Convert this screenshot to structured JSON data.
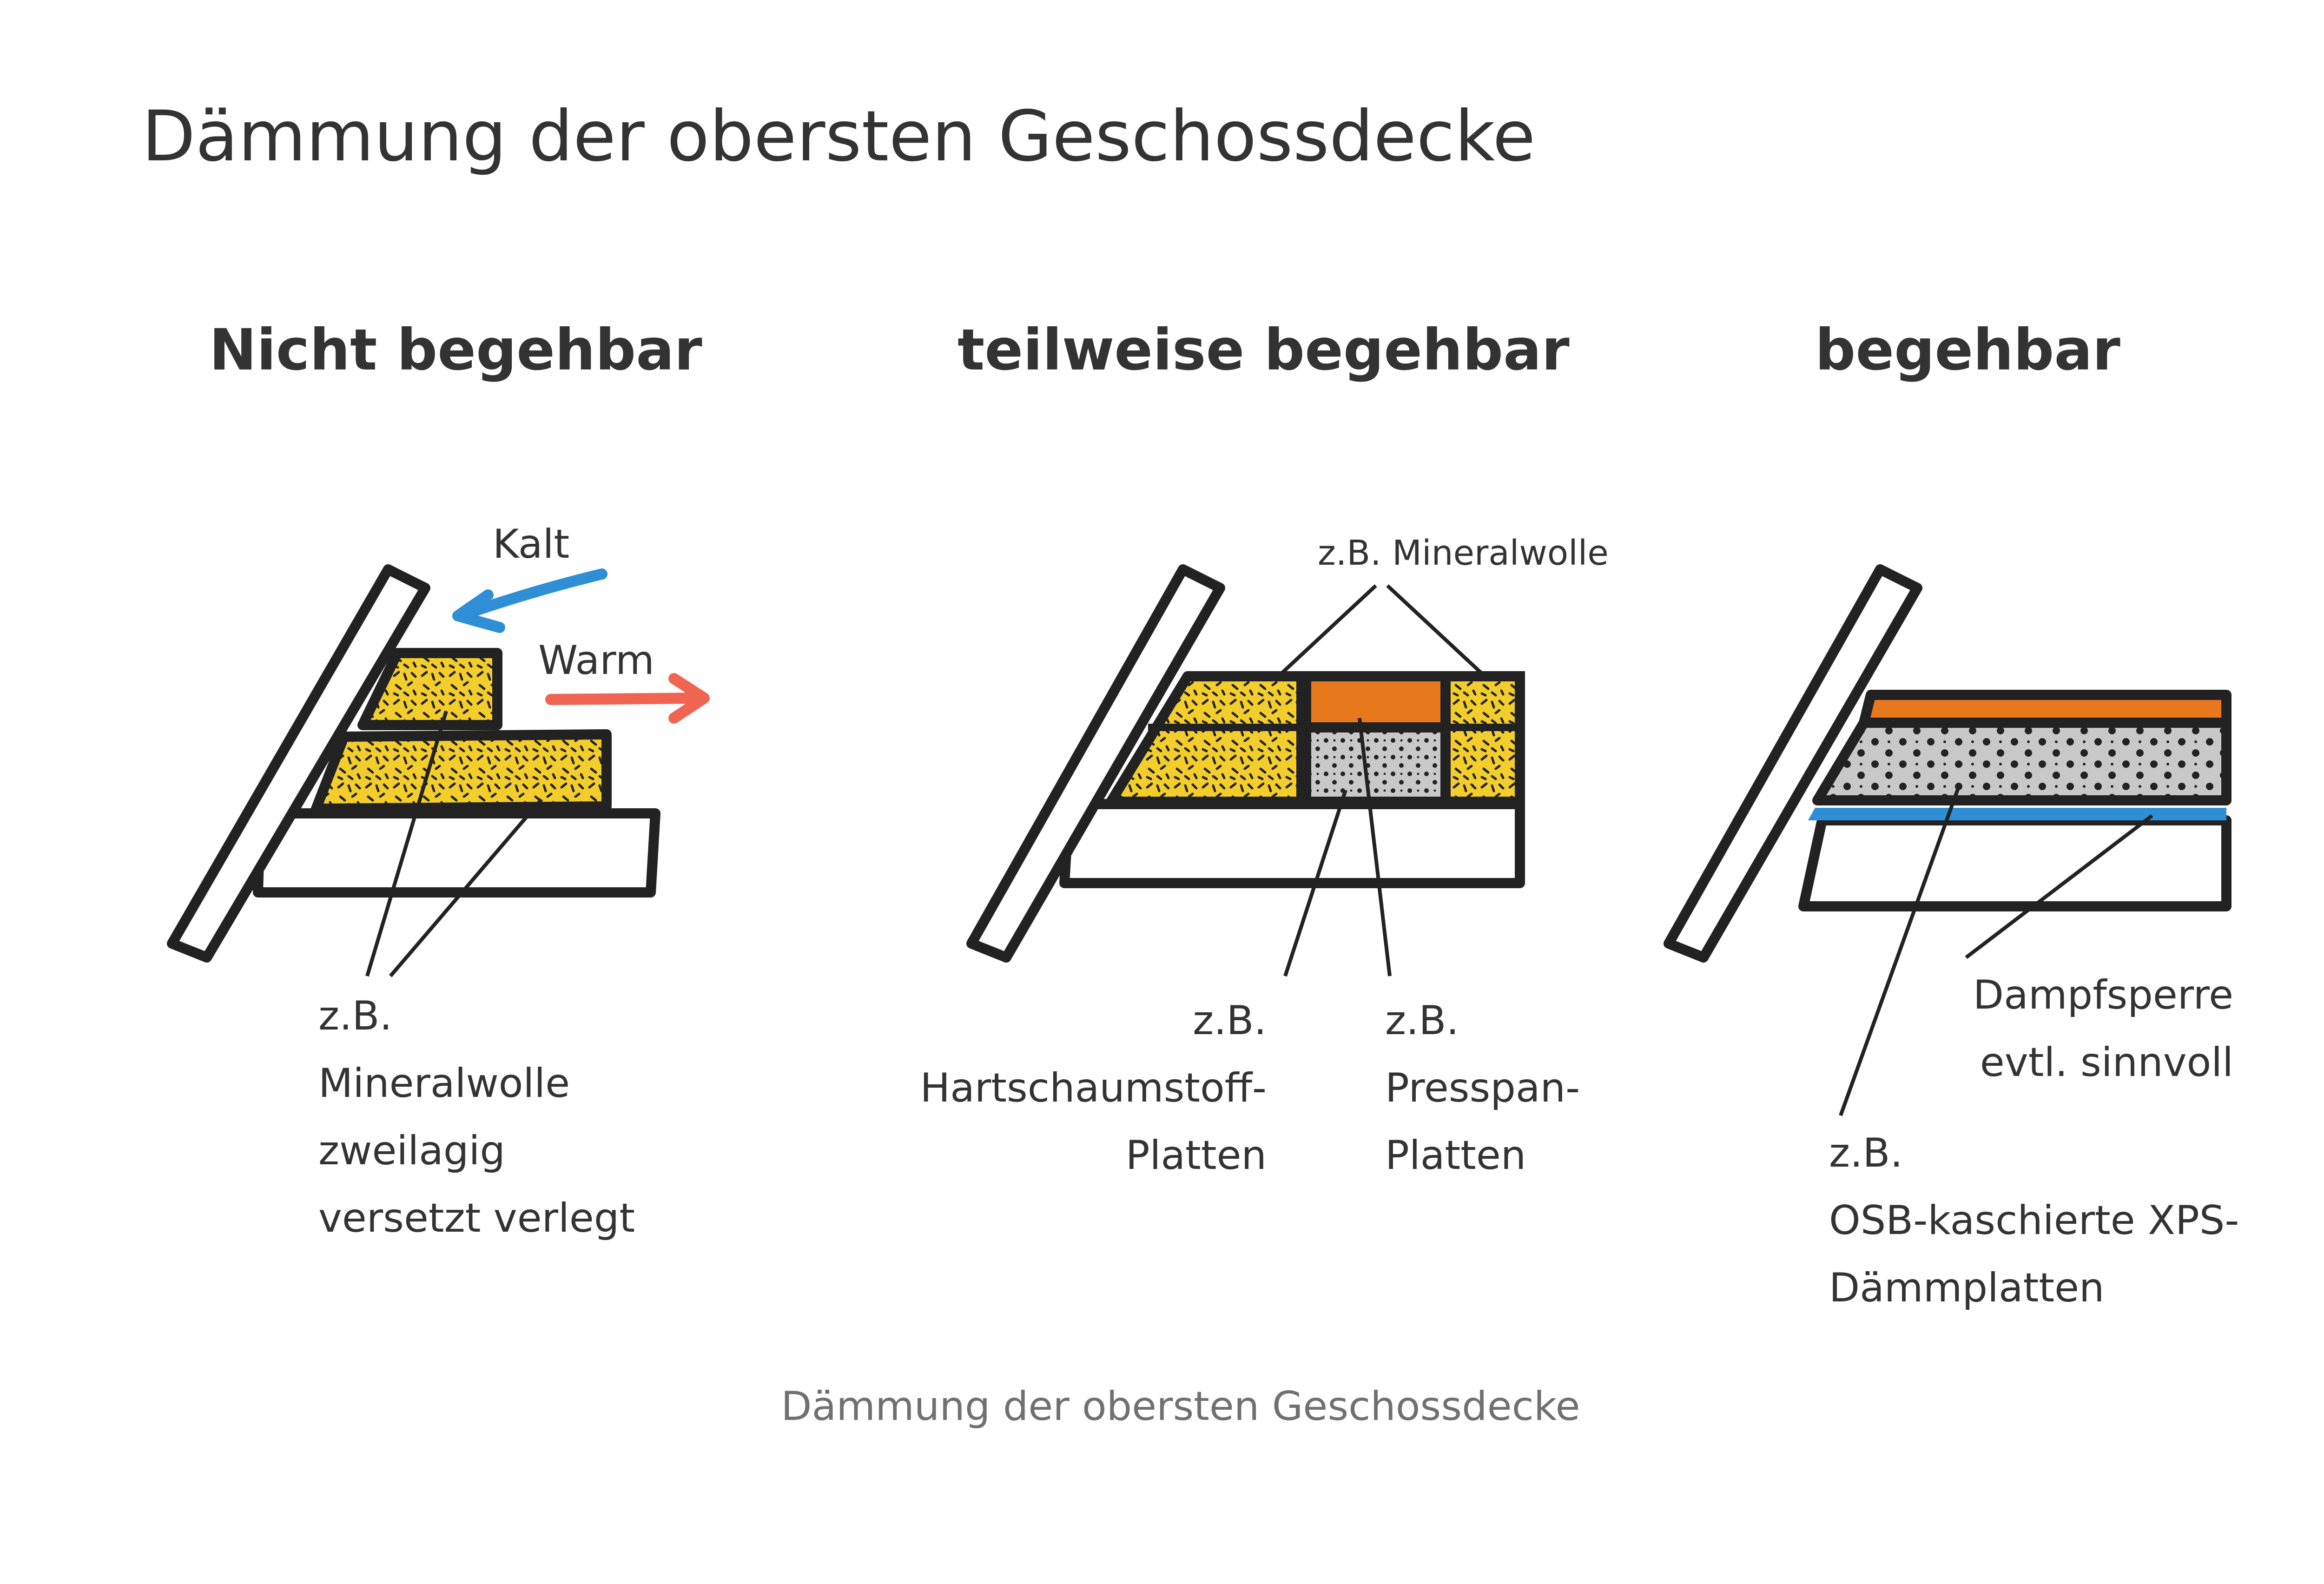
{
  "title": "Dämmung der obersten Geschossdecke",
  "caption": "Dämmung der obersten Geschossdecke",
  "colors": {
    "outline": "#222222",
    "wool": "#f2cd2b",
    "rigid_foam": "#e8781c",
    "pressboard": "#c8c8c8",
    "cold_arrow": "#2f8fd6",
    "warm_arrow": "#ef6552",
    "vapour_barrier": "#2f8fd6",
    "text": "#333333",
    "caption": "#707070"
  },
  "panels": [
    {
      "heading": "Nicht begehbar",
      "arrows": {
        "cold": "Kalt",
        "warm": "Warm"
      },
      "labels": [
        "z.B.",
        "Mineralwolle",
        "zweilagig",
        "versetzt verlegt"
      ]
    },
    {
      "heading": "teilweise begehbar",
      "top_label": "z.B. Mineralwolle",
      "left_labels": [
        "z.B.",
        "Hartschaumstoff-",
        "Platten"
      ],
      "right_labels": [
        "z.B.",
        "Presspan-",
        "Platten"
      ]
    },
    {
      "heading": "begehbar",
      "right_labels": [
        "Dampfsperre",
        "evtl. sinnvoll"
      ],
      "bottom_labels": [
        "z.B.",
        "OSB-kaschierte XPS-",
        "Dämmplatten"
      ]
    }
  ]
}
